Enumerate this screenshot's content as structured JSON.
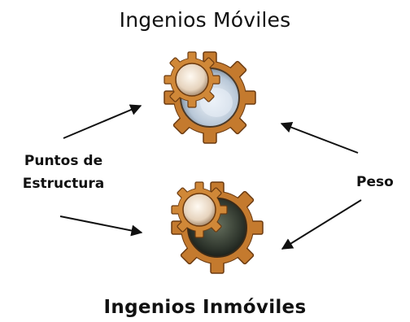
{
  "diagram": {
    "title_top": "Ingenios Móviles",
    "title_bottom": "Ingenios Inmóviles",
    "label_left_line1": "Puntos de",
    "label_left_line2": "Estructura",
    "label_right": "Peso"
  },
  "colors": {
    "gear_fill": "#c47a2e",
    "gear_stroke": "#6b3a10",
    "mobile_disc": "#c8d4e0",
    "immobile_disc": "#3a4238",
    "structure_disc": "#efe2d2",
    "arrow": "#111111"
  },
  "icons": [
    "gear-token-icon",
    "weight-disc-icon",
    "structure-disc-icon"
  ]
}
